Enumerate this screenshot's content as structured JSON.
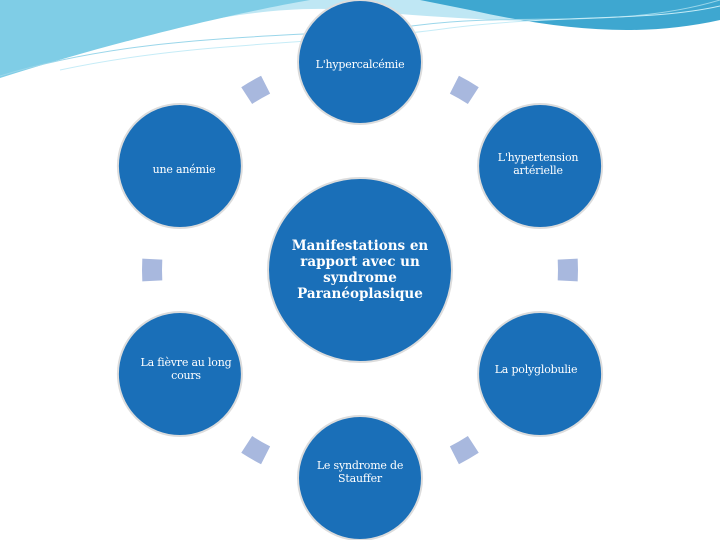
{
  "colors": {
    "node": "#1a6fb8",
    "node_edge": "#dcdcdc",
    "ring": "#a8b8de",
    "wave_light": "#bfe7f4",
    "wave_mid": "#7fcde6",
    "wave_dark": "#3ea7d0"
  },
  "diagram": {
    "center": {
      "text": "Manifestations en rapport avec un syndrome Paranéoplasique"
    },
    "nodes": [
      {
        "id": "top",
        "text": "L'hypercalcémie"
      },
      {
        "id": "upper-right",
        "text": "L'hypertension artérielle"
      },
      {
        "id": "lower-right",
        "text": "La polyglobulie"
      },
      {
        "id": "bottom",
        "text": "Le syndrome de Stauffer"
      },
      {
        "id": "lower-left",
        "text": "La fièvre au long cours"
      },
      {
        "id": "upper-left",
        "text": "une anémie"
      }
    ]
  }
}
